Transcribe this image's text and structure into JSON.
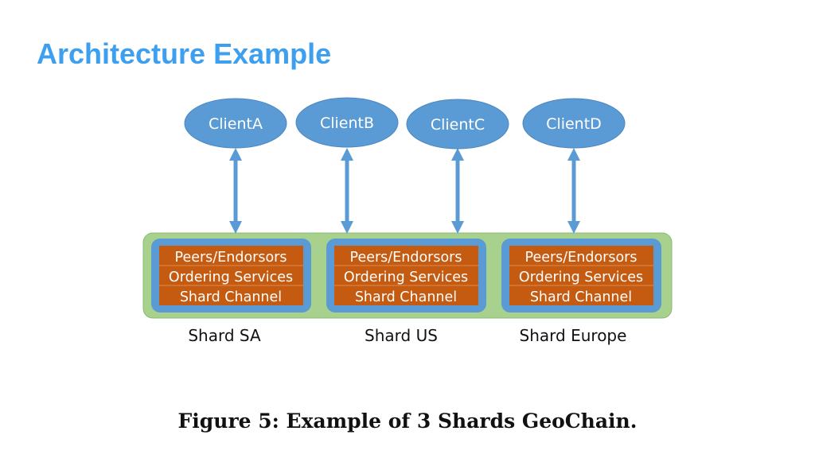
{
  "slide": {
    "title": "Architecture Example"
  },
  "diagram": {
    "clients": [
      {
        "label": "ClientA"
      },
      {
        "label": "ClientB"
      },
      {
        "label": "ClientC"
      },
      {
        "label": "ClientD"
      }
    ],
    "shards": [
      {
        "name": "Shard SA",
        "layers": [
          "Peers/Endorsors",
          "Ordering Services",
          "Shard Channel"
        ]
      },
      {
        "name": "Shard US",
        "layers": [
          "Peers/Endorsors",
          "Ordering Services",
          "Shard Channel"
        ]
      },
      {
        "name": "Shard Europe",
        "layers": [
          "Peers/Endorsors",
          "Ordering Services",
          "Shard Channel"
        ]
      }
    ],
    "colors": {
      "client_fill": "#5b9bd5",
      "arrow": "#5b9bd5",
      "container_fill": "#a9d18e",
      "shard_frame": "#5b9bd5",
      "layer_fill": "#c55a11"
    }
  },
  "figure": {
    "caption": "Figure 5: Example of 3 Shards GeoChain."
  }
}
